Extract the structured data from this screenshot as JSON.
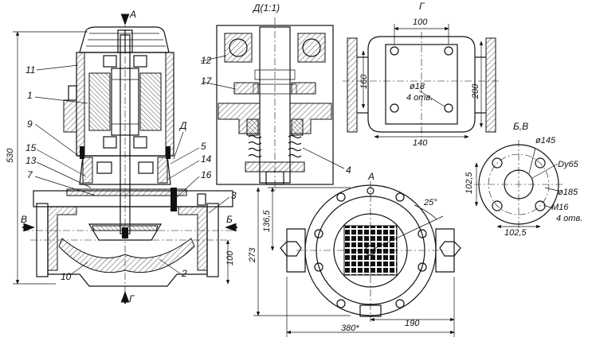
{
  "view_labels": {
    "section": "Д(1:1)",
    "top_view": "Г",
    "flange_view": "Б,В",
    "bottom_view": "А",
    "arrow_a": "А",
    "arrow_g": "Г",
    "arrow_b_left": "В",
    "arrow_b_right": "Б",
    "detail_d": "Д"
  },
  "callouts": {
    "c11": "11",
    "c1": "1",
    "c9": "9",
    "c15": "15",
    "c13": "13",
    "c7": "7",
    "c5": "5",
    "c14": "14",
    "c16": "16",
    "c3": "3",
    "c10": "10",
    "c2": "2",
    "c12": "12",
    "c17": "17",
    "c4": "4"
  },
  "dimensions": {
    "overall_height": "530",
    "outlet_height": "100",
    "top_width": "100",
    "top_base_width": "140",
    "top_side_160": "160",
    "top_side_200": "200",
    "top_holes_dia": "ø18",
    "top_holes_count": "4 отв.",
    "flange_bolt_circle": "ø145",
    "flange_dn": "Dy65",
    "flange_outer": "ø185",
    "flange_thread": "M16",
    "flange_holes_count": "4 отв.",
    "flange_h": "102,5",
    "flange_w": "102,5",
    "bv_height_136": "136,5",
    "bv_height_273": "273",
    "bv_angle": "25°",
    "bv_width_380": "380*",
    "bv_width_190": "190"
  }
}
